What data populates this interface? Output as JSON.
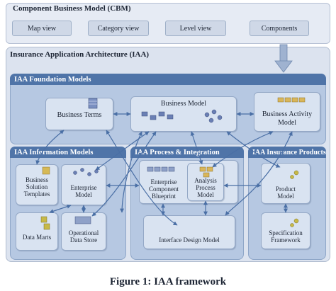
{
  "cbm": {
    "title": "Component Business Model  (CBM)",
    "views": [
      "Map view",
      "Category view",
      "Level view",
      "Components"
    ]
  },
  "iaa": {
    "title": "Insurance Application Architecture (IAA)",
    "foundation": {
      "title": "IAA Foundation Models",
      "business_terms": "Business Terms",
      "business_model": "Business Model",
      "business_activity": [
        "Business Activity",
        "Model"
      ]
    },
    "information": {
      "title": "IAA Information Models",
      "business_solution": [
        "Business",
        "Solution",
        "Templates"
      ],
      "enterprise_model": [
        "Enterprise",
        "Model"
      ],
      "data_marts": "Data Marts",
      "operational_data_store": [
        "Operational",
        "Data Store"
      ]
    },
    "process": {
      "title": "IAA Process & Integration",
      "ecb": [
        "Enterprise",
        "Component",
        "Blueprint"
      ],
      "analysis": [
        "Analysis",
        "Process",
        "Model"
      ],
      "interface": "Interface Design Model"
    },
    "insurance": {
      "title": "IAA Insurance Products",
      "product": [
        "Product",
        "Model"
      ],
      "specification": [
        "Specification",
        "Framework"
      ]
    }
  },
  "caption": "Figure 1: IAA framework",
  "colors": {
    "section_fill": "#b6c8e2",
    "section_header": "#4f74a8",
    "box_fill": "#d9e3f1",
    "arrow": "#4a6fa5"
  }
}
